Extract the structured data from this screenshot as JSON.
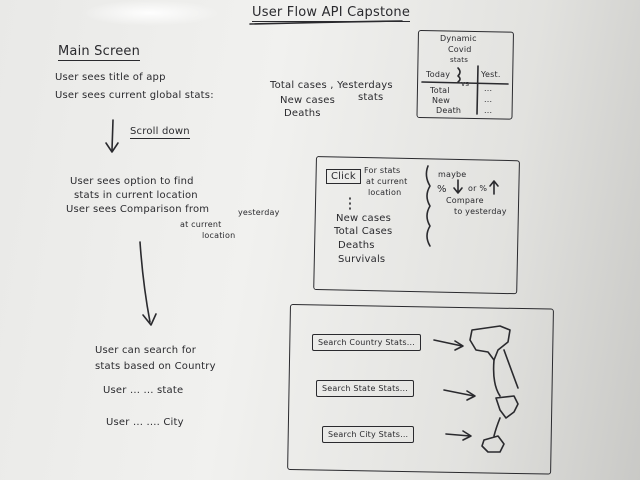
{
  "board": {
    "title": "User Flow  API Capstone",
    "main_screen": {
      "heading": "Main Screen",
      "line1": "User sees title of app",
      "line2": "User sees current global stats:",
      "stats_a": "Total cases ,   Yesterdays",
      "stats_a2": "stats",
      "stats_b": "New cases",
      "stats_c": "Deaths"
    },
    "scroll_label": "Scroll down",
    "location": {
      "line1": "User sees option to find",
      "line2": "stats in current location",
      "line3": "User sees Comparison from",
      "note1": "yesterday",
      "note2": "at current",
      "note3": "location"
    },
    "search": {
      "line1": "User can search for",
      "line2": "stats based on Country",
      "line3": "User  ...  ...    state",
      "line4": "User  ...  ....   City"
    },
    "covid_box": {
      "title1": "Dynamic",
      "title2": "Covid",
      "title3": "stats",
      "col1": "Today",
      "vs": "vs",
      "col2": "Yest.",
      "row1": "Total",
      "row2": "New",
      "row3": "Death",
      "dots": "..."
    },
    "click_box": {
      "button": "Click",
      "desc1": "For stats",
      "desc2": "at current",
      "desc3": "location",
      "items": [
        "New cases",
        "Total Cases",
        "Deaths",
        "Survivals"
      ],
      "note1": "maybe",
      "note2": "%",
      "note3": "or %",
      "note4": "Compare",
      "note5": "to yesterday"
    },
    "search_box": {
      "country": "Search Country Stats...",
      "state": "Search State Stats...",
      "city": "Search City Stats..."
    }
  }
}
